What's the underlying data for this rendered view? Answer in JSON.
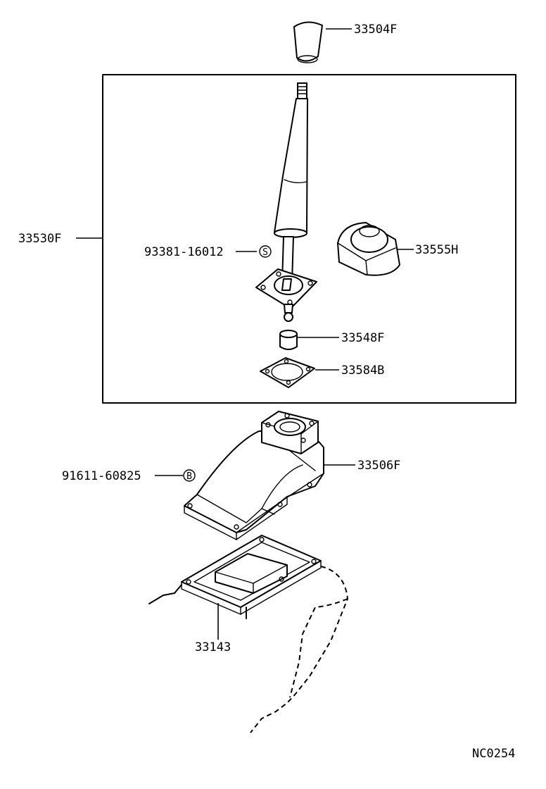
{
  "labels": {
    "knob": "33504F",
    "lever_assy": "33530F",
    "bolt": "93381-16012",
    "bolt_mark": "S",
    "boot": "33555H",
    "bushing": "33548F",
    "gasket": "33584B",
    "retainer_bolt": "91611-60825",
    "retainer_bolt_mark": "B",
    "retainer": "33506F",
    "cover_gasket": "33143",
    "diagram_code": "NC0254"
  }
}
